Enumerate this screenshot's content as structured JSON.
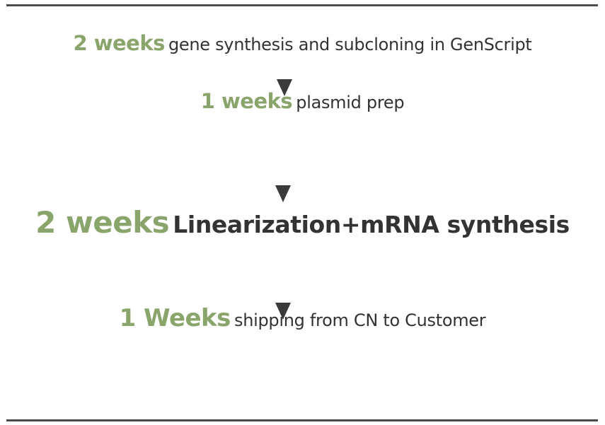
{
  "steps": [
    {
      "duration": "2 weeks",
      "description": "gene synthesis and subcloning in GenScript"
    },
    {
      "duration": "1 weeks",
      "description": "plasmid prep"
    },
    {
      "duration": "2 weeks",
      "description": "Linearization+mRNA synthesis"
    },
    {
      "duration": "1 Weeks",
      "description": "shipping from CN to Customer"
    }
  ],
  "colors": {
    "duration": "#8aa56c",
    "text": "#333333",
    "arrow": "#3a3a3a",
    "rule": "#4a4a4a"
  }
}
